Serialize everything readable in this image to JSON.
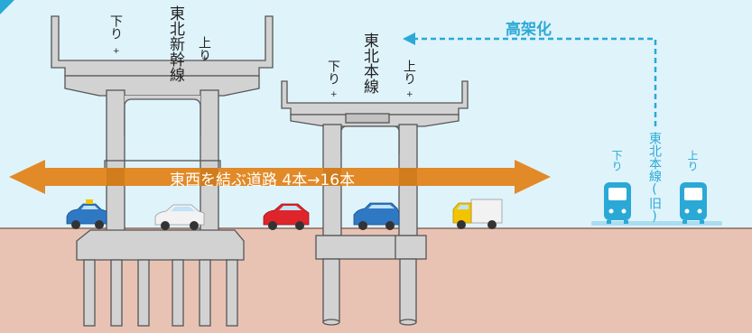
{
  "labels": {
    "shinkansen_line": "東北新幹線",
    "main_line": "東北本線",
    "old_line": "東北本線(旧)",
    "down": "下り",
    "up": "上り",
    "elevation": "高架化",
    "road": "東西を結ぶ道路 4本→16本"
  },
  "colors": {
    "sky": "#dff3fb",
    "ground": "#e8c3b4",
    "pier": "#d2d2d2",
    "road_arrow": "#e18a27",
    "accent_blue": "#2aa9d6"
  },
  "vehicles": [
    {
      "kind": "taxi",
      "color": "#2f78c4"
    },
    {
      "kind": "car",
      "color": "#f2f2f2"
    },
    {
      "kind": "car",
      "color": "#e0242b"
    },
    {
      "kind": "car",
      "color": "#2f78c4"
    },
    {
      "kind": "truck",
      "color": "#f2c400"
    }
  ]
}
